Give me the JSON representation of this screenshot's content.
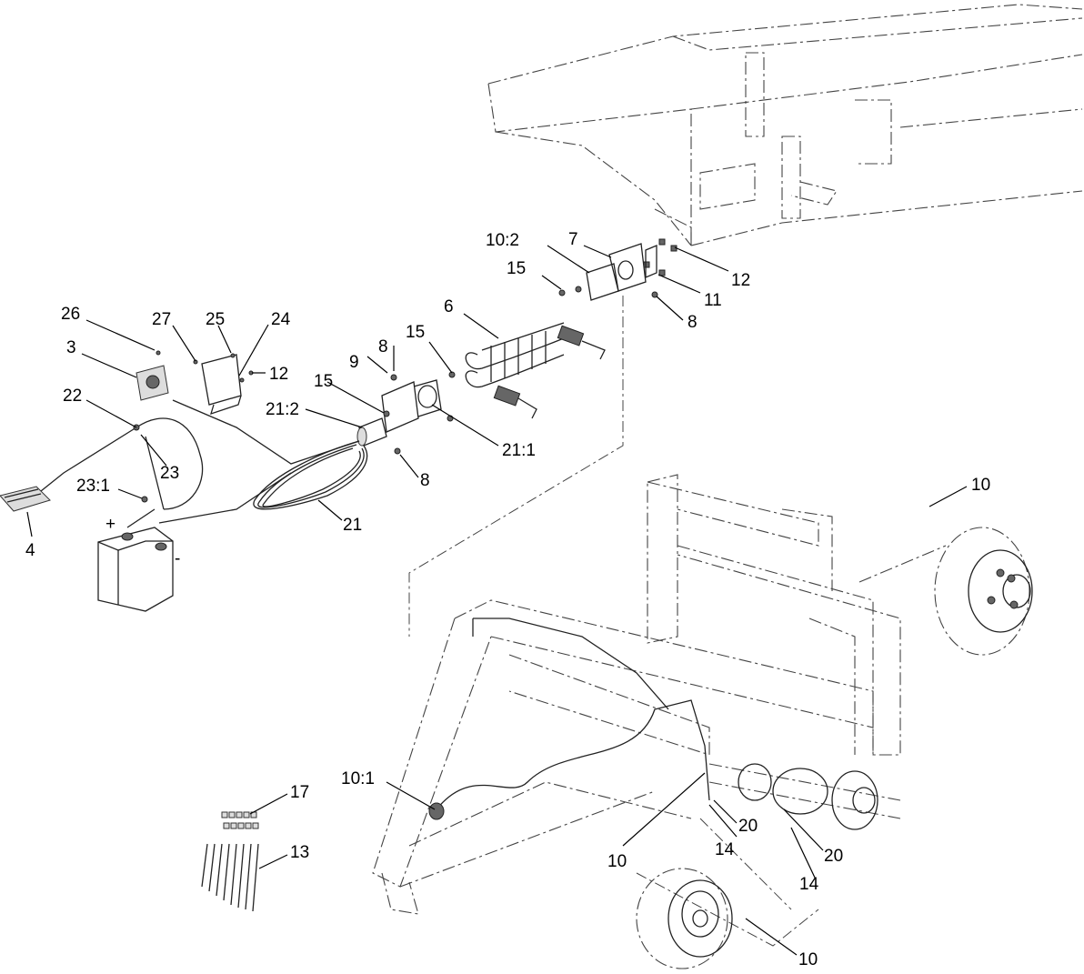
{
  "diagram": {
    "callouts": [
      {
        "key": "c26",
        "label": "26"
      },
      {
        "key": "c3",
        "label": "3"
      },
      {
        "key": "c27",
        "label": "27"
      },
      {
        "key": "c25",
        "label": "25"
      },
      {
        "key": "c24",
        "label": "24"
      },
      {
        "key": "c12a",
        "label": "12"
      },
      {
        "key": "c22",
        "label": "22"
      },
      {
        "key": "c23",
        "label": "23"
      },
      {
        "key": "c23_1",
        "label": "23:1"
      },
      {
        "key": "c4",
        "label": "4"
      },
      {
        "key": "c21",
        "label": "21"
      },
      {
        "key": "c21_2",
        "label": "21:2"
      },
      {
        "key": "c21_1",
        "label": "21:1"
      },
      {
        "key": "c15a",
        "label": "15"
      },
      {
        "key": "c15b",
        "label": "15"
      },
      {
        "key": "c15c",
        "label": "15"
      },
      {
        "key": "c9",
        "label": "9"
      },
      {
        "key": "c8a",
        "label": "8"
      },
      {
        "key": "c8b",
        "label": "8"
      },
      {
        "key": "c8c",
        "label": "8"
      },
      {
        "key": "c6",
        "label": "6"
      },
      {
        "key": "c10_2",
        "label": "10:2"
      },
      {
        "key": "c7",
        "label": "7"
      },
      {
        "key": "c12b",
        "label": "12"
      },
      {
        "key": "c11",
        "label": "11"
      },
      {
        "key": "c10a",
        "label": "10"
      },
      {
        "key": "c10_1",
        "label": "10:1"
      },
      {
        "key": "c10b",
        "label": "10"
      },
      {
        "key": "c10c",
        "label": "10"
      },
      {
        "key": "c20a",
        "label": "20"
      },
      {
        "key": "c20b",
        "label": "20"
      },
      {
        "key": "c14a",
        "label": "14"
      },
      {
        "key": "c14b",
        "label": "14"
      },
      {
        "key": "c17",
        "label": "17"
      },
      {
        "key": "c13",
        "label": "13"
      }
    ],
    "battery_terminals": {
      "positive": "+",
      "negative": "-"
    }
  }
}
